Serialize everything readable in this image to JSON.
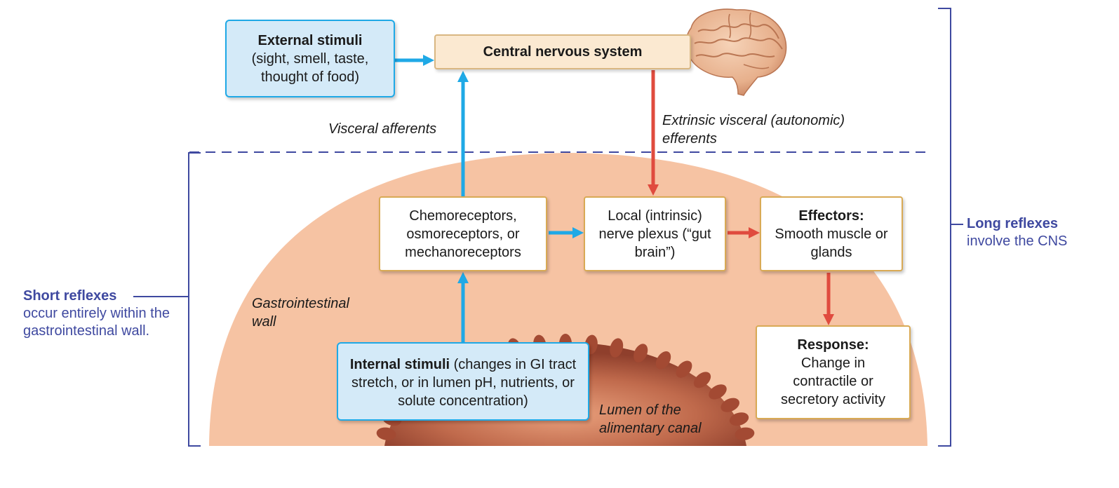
{
  "colors": {
    "wall_fill": "#f6c3a3",
    "lumen_fill": "#b5553c",
    "afferent_arrow": "#1fa9e6",
    "efferent_arrow": "#e04b3e",
    "bracket": "#3f49a0",
    "dashed_line": "#3f49a0"
  },
  "boxes": {
    "external": {
      "title": "External stimuli",
      "text": "(sight, smell, taste, thought of food)"
    },
    "cns": {
      "title": "Central nervous system"
    },
    "receptors": {
      "text": "Chemoreceptors, osmoreceptors, or mechanoreceptors"
    },
    "plexus": {
      "text": "Local (intrinsic) nerve plexus (“gut brain”)"
    },
    "effectors": {
      "title": "Effectors:",
      "text": "Smooth muscle or glands"
    },
    "internal": {
      "title": "Internal stimuli",
      "text": "(changes in GI tract stretch, or in lumen pH, nutrients, or solute concentration)"
    },
    "response": {
      "title": "Response:",
      "text": "Change in contractile or secretory activity"
    }
  },
  "labels": {
    "visceral_afferents": "Visceral afferents",
    "extrinsic_efferents": "Extrinsic visceral (autonomic) efferents",
    "gi_wall": "Gastrointestinal wall",
    "lumen": "Lumen of the alimentary canal"
  },
  "side_labels": {
    "short_title": "Short reflexes",
    "short_text": "occur entirely within the gastrointestinal wall.",
    "long_title": "Long reflexes",
    "long_text": "involve the CNS"
  },
  "icons": {
    "brain": "brain-icon"
  }
}
